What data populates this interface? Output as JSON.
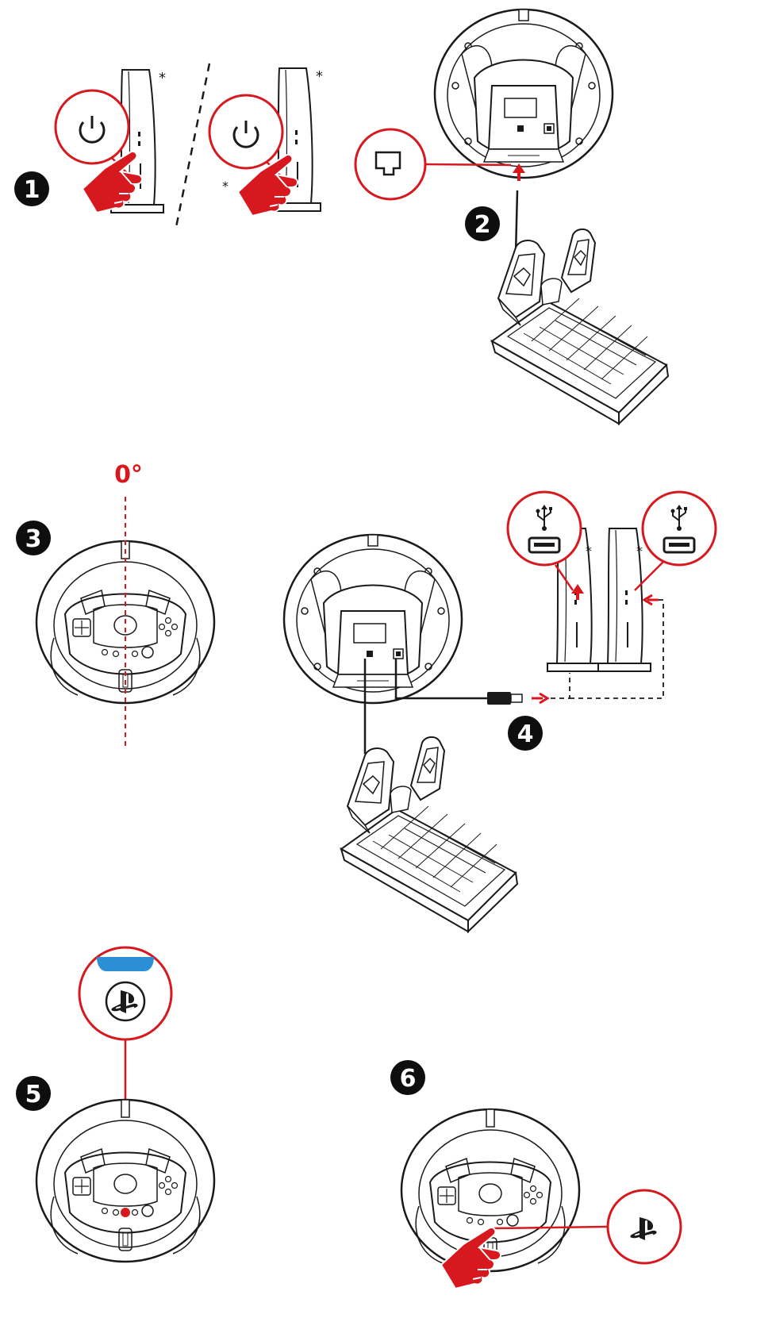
{
  "colors": {
    "accent": "#d7191f",
    "ink": "#1a1a1a",
    "indicator": "#2b8fd6"
  },
  "steps": [
    {
      "number": "1",
      "label": "step-1-power-on-console",
      "icons": [
        "power-icon",
        "power-icon"
      ]
    },
    {
      "number": "2",
      "label": "step-2-connect-pedals",
      "icons": [
        "rj-port-icon"
      ]
    },
    {
      "number": "3",
      "label": "step-3-center-wheel",
      "angle_label": "0°"
    },
    {
      "number": "4",
      "label": "step-4-connect-usb",
      "icons": [
        "usb-icon",
        "usb-icon"
      ]
    },
    {
      "number": "5",
      "label": "step-5-ps-button-indicator",
      "icons": [
        "playstation-icon"
      ]
    },
    {
      "number": "6",
      "label": "step-6-press-ps-button",
      "icons": [
        "playstation-icon"
      ]
    }
  ],
  "asterisk": "*"
}
